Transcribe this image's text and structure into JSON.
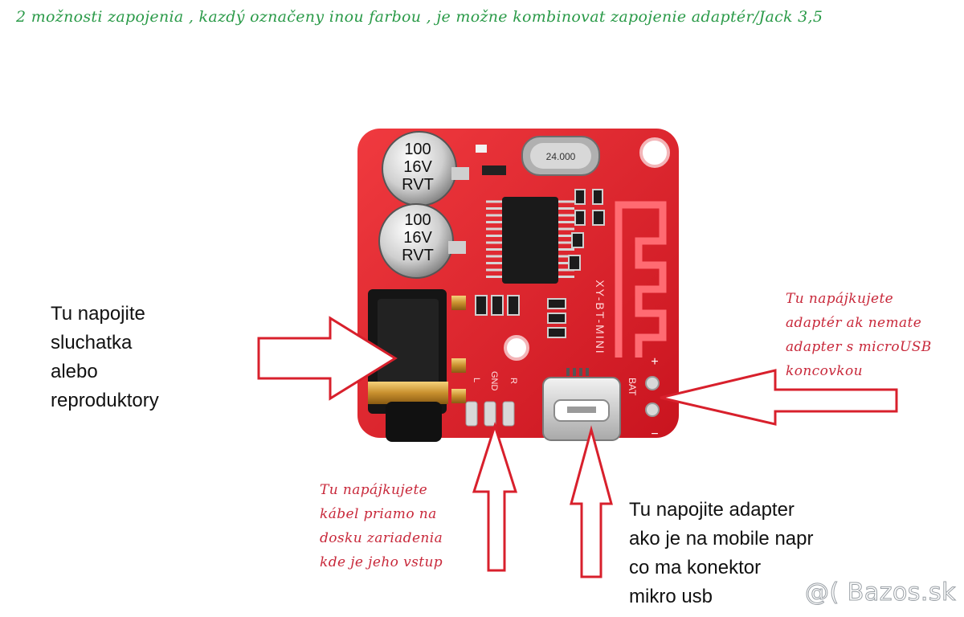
{
  "header_note": "2 možnosti zapojenia , kazdý označeny inou farbou , je možne kombinovat zapojenie adaptér/Jack 3,5",
  "labels": {
    "left": [
      "Tu napojite",
      "sluchatka",
      "alebo",
      "reproduktory"
    ],
    "right": [
      "Tu napájkujete",
      "adaptér ak nemate",
      "adapter s microUSB",
      "koncovkou"
    ],
    "bottom_left": [
      "Tu napájkujete",
      "kábel priamo na",
      "dosku zariadenia",
      "kde je jeho vstup"
    ],
    "bottom_right": [
      "Tu napojite adapter",
      "ako je na mobile napr",
      "co ma konektor",
      "mikro usb"
    ]
  },
  "board_text": {
    "cap_top": [
      "100",
      "16V",
      "RVT"
    ],
    "cap_bottom": [
      "100",
      "16V",
      "RVT"
    ],
    "crystal": "24.000",
    "model": "XY-BT-MINI",
    "pin_gnd": "GND",
    "pin_l": "L",
    "pin_r": "R",
    "bat": "BAT",
    "plus": "+",
    "minus": "−"
  },
  "watermark": "@( Bazos.sk",
  "colors": {
    "header": "#2a9a48",
    "annotation_red": "#c8283a",
    "arrow": "#d8202c",
    "board": "#e41f2a"
  }
}
